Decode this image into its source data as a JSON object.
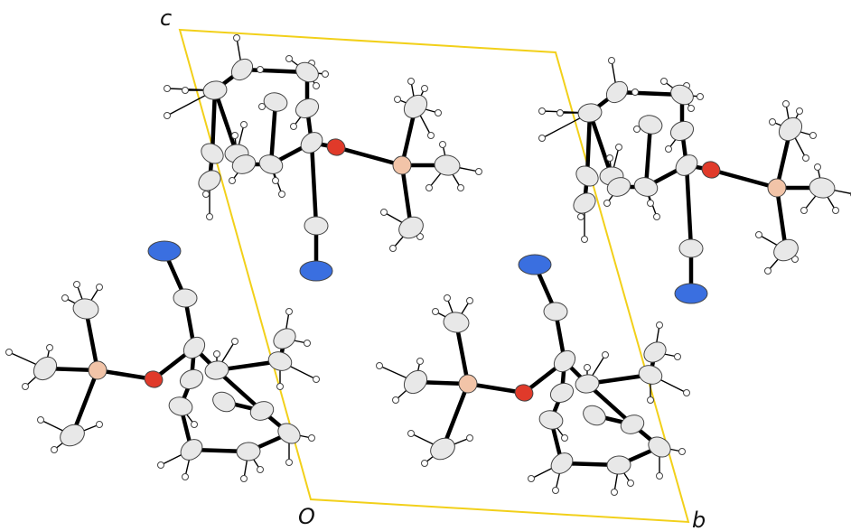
{
  "axis_labels": {
    "c": "c",
    "origin": "O",
    "b": "b"
  },
  "colors": {
    "cell_edge": "#f2d01a",
    "bond": "#000000",
    "carbon": "#e8e8e8",
    "hydrogen": "#ffffff",
    "oxygen": "#e03a2a",
    "silicon": "#f2c4a8",
    "nitrogen": "#3a6fe0",
    "outline": "#444444"
  },
  "atom_types": [
    "carbon",
    "hydrogen",
    "oxygen",
    "silicon",
    "nitrogen"
  ],
  "molecule_count": 4
}
